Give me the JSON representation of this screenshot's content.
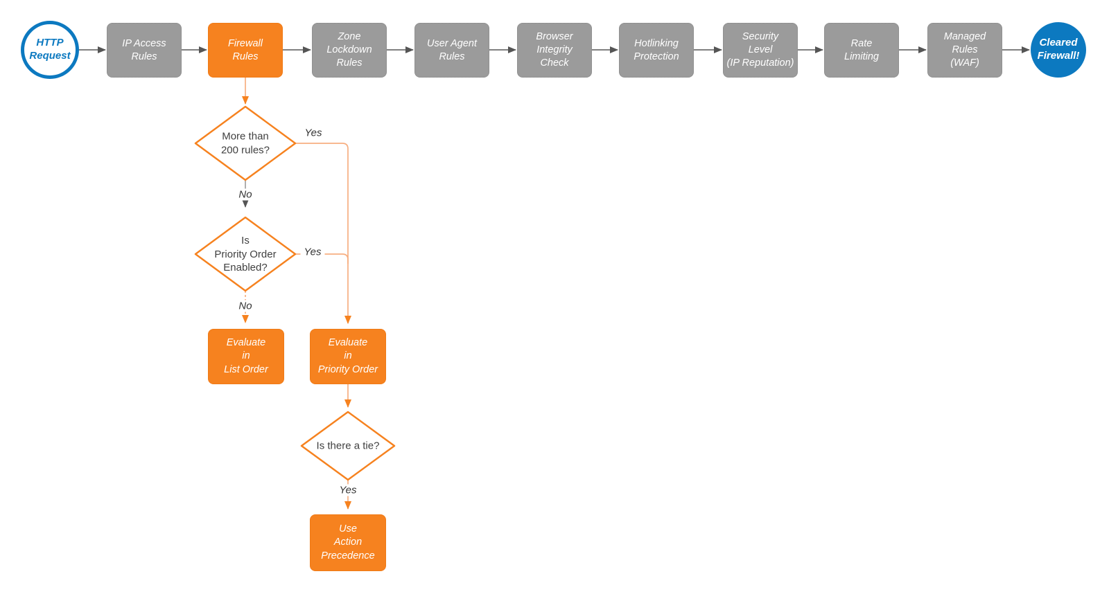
{
  "colors": {
    "accent_orange": "#F6821F",
    "connector_orange": "#F7AE80",
    "node_gray": "#9B9B9B",
    "connector_gray": "#555555",
    "accent_blue": "#0C79C0",
    "text_dark": "#3F3F3F"
  },
  "pipeline": {
    "start": "HTTP\nRequest",
    "steps": [
      "IP Access\nRules",
      "Firewall\nRules",
      "Zone\nLockdown\nRules",
      "User Agent\nRules",
      "Browser\nIntegrity\nCheck",
      "Hotlinking\nProtection",
      "Security\nLevel\n(IP Reputation)",
      "Rate\nLimiting",
      "Managed\nRules\n(WAF)"
    ],
    "end": "Cleared\nFirewall!"
  },
  "branch": {
    "decision_more_rules": "More than\n200 rules?",
    "decision_priority_enabled": "Is\nPriority Order\nEnabled?",
    "decision_tie": "Is there a tie?",
    "process_list_order": "Evaluate\nin\nList Order",
    "process_priority_order": "Evaluate\nin\nPriority Order",
    "process_action_precedence": "Use\nAction\nPrecedence",
    "edge_yes_more_rules": "Yes",
    "edge_no_more_rules": "No",
    "edge_yes_priority": "Yes",
    "edge_no_priority": "No",
    "edge_yes_tie": "Yes"
  }
}
